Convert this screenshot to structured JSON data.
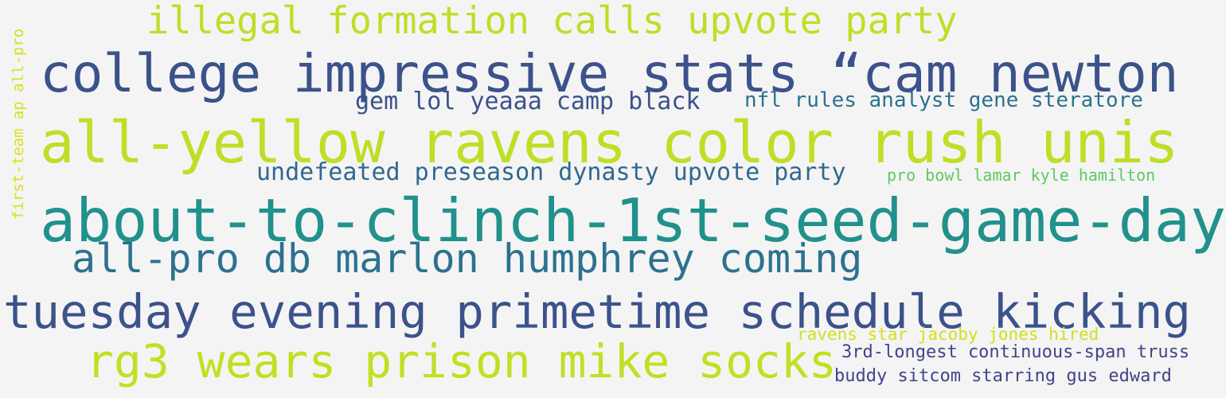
{
  "phrases": [
    {
      "text": "illegal formation calls upvote party",
      "color": "#bddf26"
    },
    {
      "text": "college impressive stats “cam newton",
      "color": "#3b528b"
    },
    {
      "text": "gem lol yeaaa camp black",
      "color": "#3b528b"
    },
    {
      "text": "nfl rules analyst gene steratore",
      "color": "#2c728e"
    },
    {
      "text": "all-yellow ravens color rush unis",
      "color": "#bddf26"
    },
    {
      "text": "undefeated preseason dynasty upvote party",
      "color": "#31688e"
    },
    {
      "text": "pro bowl lamar kyle hamilton",
      "color": "#5ec962"
    },
    {
      "text": "about-to-clinch-1st-seed-game-day",
      "color": "#21918c"
    },
    {
      "text": "all-pro db marlon humphrey coming",
      "color": "#2c728e"
    },
    {
      "text": "tuesday evening primetime schedule kicking",
      "color": "#3b528b"
    },
    {
      "text": "ravens star jacoby jones hired",
      "color": "#d0e11c"
    },
    {
      "text": "rg3 wears prison mike socks",
      "color": "#c2df23"
    },
    {
      "text": "3rd-longest continuous-span truss",
      "color": "#414487"
    },
    {
      "text": "buddy sitcom starring gus edward",
      "color": "#414487"
    },
    {
      "text": "first-team ap all-pro",
      "color": "#d8e219"
    }
  ]
}
